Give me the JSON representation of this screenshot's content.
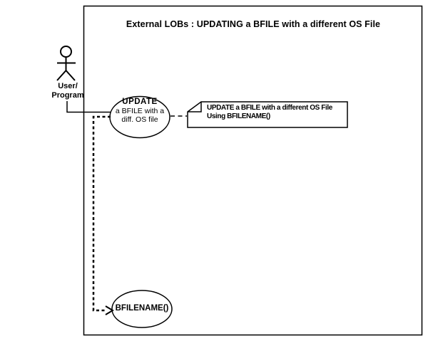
{
  "title": "External LOBs : UPDATING a BFILE with a different OS File",
  "actor": {
    "label_line1": "User/",
    "label_line2": "Program"
  },
  "use_case_update": {
    "line1": "UPDATE",
    "line2": "a BFILE with a",
    "line3": "diff. OS file"
  },
  "use_case_bfilename": {
    "label": "BFILENAME()"
  },
  "note": {
    "line1": "UPDATE a BFILE with a different OS File",
    "line2": "Using BFILENAME()"
  },
  "colors": {
    "stroke": "#000000",
    "background": "#ffffff"
  }
}
